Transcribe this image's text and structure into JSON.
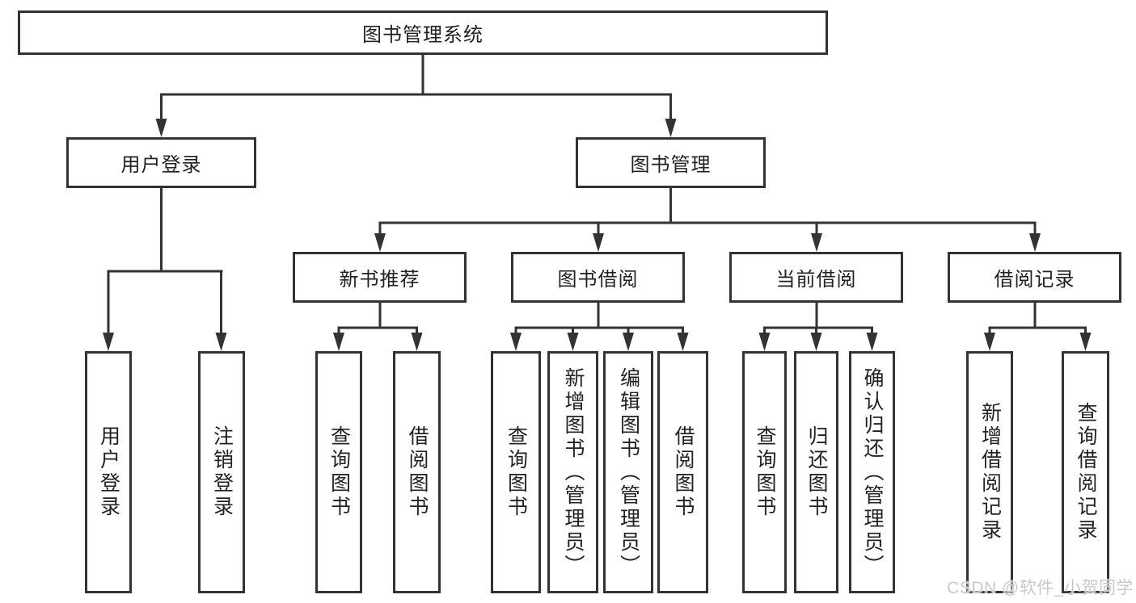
{
  "tree": {
    "root": {
      "label": "图书管理系统"
    },
    "branches": [
      {
        "label": "用户登录",
        "children": [
          {
            "label": "用户登录"
          },
          {
            "label": "注销登录"
          }
        ]
      },
      {
        "label": "图书管理",
        "children": [
          {
            "label": "新书推荐",
            "children": [
              {
                "label": "查询图书"
              },
              {
                "label": "借阅图书"
              }
            ]
          },
          {
            "label": "图书借阅",
            "children": [
              {
                "label": "查询图书"
              },
              {
                "label": "新增图书（管理员）"
              },
              {
                "label": "编辑图书（管理员）"
              },
              {
                "label": "借阅图书"
              }
            ]
          },
          {
            "label": "当前借阅",
            "children": [
              {
                "label": "查询图书"
              },
              {
                "label": "归还图书"
              },
              {
                "label": "确认归还（管理员）"
              }
            ]
          },
          {
            "label": "借阅记录",
            "children": [
              {
                "label": "新增借阅记录"
              },
              {
                "label": "查询借阅记录"
              }
            ]
          }
        ]
      }
    ]
  },
  "watermark": {
    "text": "CSDN @软件_小贺同学"
  },
  "colors": {
    "line": "#333333",
    "text": "#222222",
    "watermark": "#c9c9cc",
    "background": "#ffffff"
  }
}
